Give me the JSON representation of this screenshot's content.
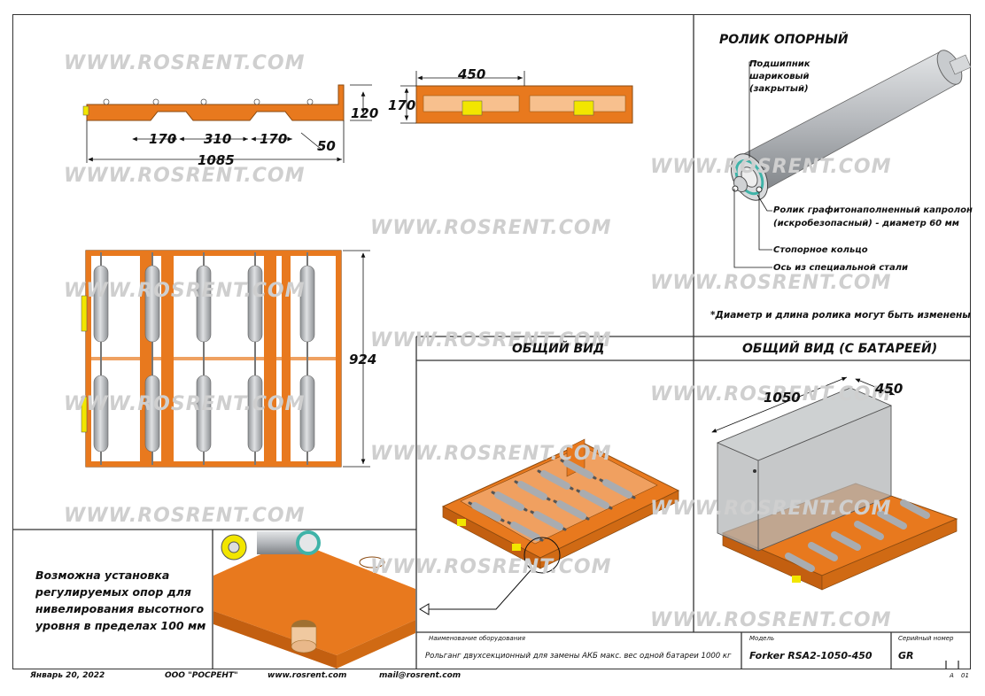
{
  "watermark": "WWW.ROSRENT.COM",
  "dimensions": {
    "d450": "450",
    "d170a": "170",
    "d120": "120",
    "d170b": "170",
    "d310": "310",
    "d170c": "170",
    "d50": "50",
    "d1085": "1085",
    "d924": "924",
    "d1050": "1050",
    "d450b": "450"
  },
  "roller": {
    "title": "РОЛИК ОПОРНЫЙ",
    "bearing": [
      "Подшипник",
      "шариковый",
      "(закрытый)"
    ],
    "roller_line1": "Ролик графитонаполненный капролон",
    "roller_line2": "(искробезопасный) - диаметр 60 мм",
    "ring": "Стопорное кольцо",
    "axis": "Ось из специальной стали",
    "note": "*Диаметр и длина ролика могут быть изменены"
  },
  "sections": {
    "general": "ОБЩИЙ ВИД",
    "with_battery": "ОБЩИЙ ВИД (С БАТАРЕЕЙ)"
  },
  "detail_note": [
    "Возможна установка",
    "регулируемых опор для",
    "нивелирования высотного",
    "уровня в пределах 100 мм"
  ],
  "title_block": {
    "equipment_label": "Наименование оборудования",
    "equipment_value": "Рольганг двухсекционный для замены АКБ макс. вес одной батареи 1000 кг",
    "model_label": "Модель",
    "model_value": "Forker RSA2-1050-450",
    "serial_label": "Серийный номер",
    "serial_value": "GR",
    "format": "A",
    "sheet": "01"
  },
  "footer": {
    "date": "Январь 20, 2022",
    "company": "ООО \"РОСРЕНТ\"",
    "site": "www.rosrent.com",
    "mail": "mail@rosrent.com"
  },
  "colors": {
    "frame_orange": "#e8791e",
    "roller_grey": "#b9bcc0",
    "accent_yellow": "#f2e600",
    "seal_teal": "#3fb3a8"
  }
}
